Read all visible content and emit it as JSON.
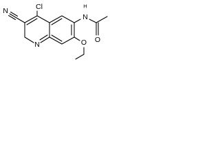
{
  "molecule": {
    "atoms": {
      "cyano_n": "N",
      "chloro": "Cl",
      "amide_nh": "N",
      "amide_h": "H",
      "amide_o": "O",
      "ring_n": "N",
      "ether_o": "O"
    }
  }
}
